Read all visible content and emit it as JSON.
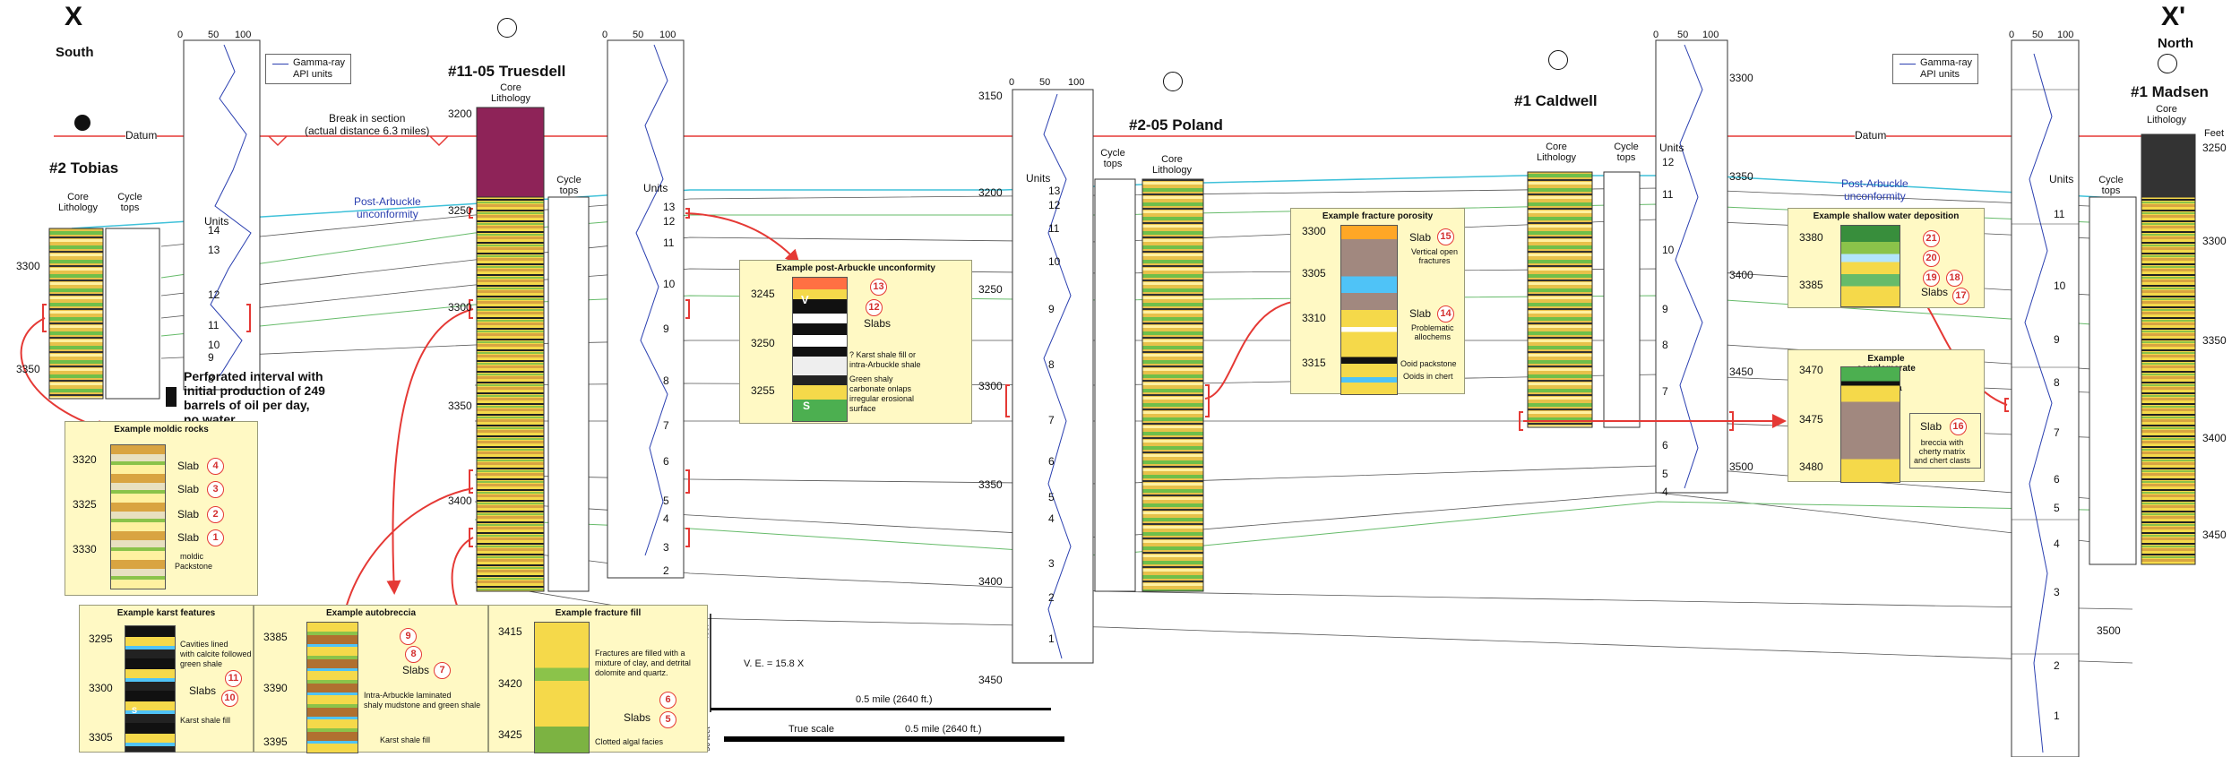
{
  "title": {
    "left_letter": "X",
    "left_dir": "South",
    "right_letter": "X'",
    "right_dir": "North"
  },
  "wells": [
    {
      "id": "tobias",
      "name": "#2 Tobias"
    },
    {
      "id": "truesdell",
      "name": "#11-05 Truesdell"
    },
    {
      "id": "poland",
      "name": "#2-05 Poland"
    },
    {
      "id": "caldwell",
      "name": "#1 Caldwell"
    },
    {
      "id": "madsen",
      "name": "#1 Madsen"
    }
  ],
  "labels": {
    "core_lithology": "Core Lithology",
    "cycle_tops": "Cycle tops",
    "units": "Units",
    "datum": "Datum",
    "feet": "Feet",
    "break": "Break in section",
    "break2": "(actual distance 6.3 miles)",
    "post_arbuckle": "Post-Arbuckle",
    "unconformity": "unconformity",
    "perf1": "Perforated interval with",
    "perf2": "initial production of 249",
    "perf3": "barrels of oil per day,",
    "perf4": "no water",
    "ve": "V. E. = 15.8 X",
    "half_mile": "0.5 mile (2640 ft.)",
    "true_scale": "True scale",
    "feet_label": "feet",
    "fifty_feet": "50 feet"
  },
  "legend": {
    "line1": "Gamma-ray",
    "line2": "API units"
  },
  "gr_scale": {
    "a": "0",
    "b": "50",
    "c": "100"
  },
  "depth_labels": {
    "tobias": [
      "3300",
      "3350"
    ],
    "truesdell": [
      "3200",
      "3250",
      "3300",
      "3350",
      "3400"
    ],
    "poland": [
      "3150",
      "3200",
      "3250",
      "3300",
      "3350",
      "3400",
      "3450"
    ],
    "caldwell": [
      "3300",
      "3350",
      "3400",
      "3450",
      "3500"
    ],
    "madsen": [
      "3250",
      "3300",
      "3350",
      "3400",
      "3450",
      "3500"
    ]
  },
  "units_labels": {
    "tobias": [
      "14",
      "13",
      "12",
      "11",
      "10",
      "9",
      "8"
    ],
    "truesdell": [
      "13",
      "12",
      "11",
      "10",
      "9",
      "8",
      "7",
      "6",
      "5",
      "4",
      "3",
      "2"
    ],
    "poland": [
      "13",
      "12",
      "11",
      "10",
      "9",
      "8",
      "7",
      "6",
      "5",
      "4",
      "3",
      "2",
      "1"
    ],
    "caldwell": [
      "12",
      "11",
      "10",
      "9",
      "8",
      "7",
      "6",
      "5",
      "4"
    ],
    "madsen": [
      "11",
      "10",
      "9",
      "8",
      "7",
      "6",
      "5",
      "4",
      "3",
      "2",
      "1"
    ]
  },
  "callouts": {
    "moldic": {
      "title": "Example moldic rocks",
      "depths": [
        "3320",
        "3325",
        "3330"
      ],
      "slab": "Slab",
      "nums": [
        "4",
        "3",
        "2",
        "1"
      ],
      "note1": "moldic",
      "note2": "Packstone"
    },
    "karst": {
      "title": "Example karst features",
      "depths": [
        "3295",
        "3300",
        "3305"
      ],
      "slabs": "Slabs",
      "nums": [
        "11",
        "10"
      ],
      "n1": "Cavities lined",
      "n2": "with calcite followed by",
      "n3": "green shale",
      "n4": "Karst shale fill",
      "s": "S"
    },
    "autob": {
      "title": "Example autobreccia",
      "depths": [
        "3385",
        "3390",
        "3395"
      ],
      "slabs": "Slabs",
      "nums": [
        "9",
        "8",
        "7"
      ],
      "n1": "Intra-Arbuckle laminated",
      "n2": "shaly mudstone and green shale",
      "n3": "Karst shale fill"
    },
    "fracfill": {
      "title": "Example fracture fill",
      "depths": [
        "3415",
        "3420",
        "3425"
      ],
      "slabs": "Slabs",
      "nums": [
        "6",
        "5"
      ],
      "n1": "Fractures are filled with a",
      "n2": "mixture of clay, and detrital",
      "n3": "dolomite and quartz.",
      "n4": "Clotted algal facies"
    },
    "postarb": {
      "title": "Example post-Arbuckle unconformity",
      "depths": [
        "3245",
        "3250",
        "3255"
      ],
      "slabs": "Slabs",
      "nums": [
        "13",
        "12"
      ],
      "v": "V",
      "s": "S",
      "n1": "? Karst shale fill or",
      "n2": "intra-Arbuckle shale",
      "n3": "Green shaly",
      "n4": "carbonate onlaps",
      "n5": "irregular erosional",
      "n6": "surface"
    },
    "fracpor": {
      "title": "Example fracture porosity",
      "depths": [
        "3300",
        "3305",
        "3310",
        "3315"
      ],
      "slab": "Slab",
      "nums": [
        "15",
        "14"
      ],
      "n1": "Vertical open",
      "n2": "fractures",
      "n3": "Problematic",
      "n4": "allochems",
      "n5": "Ooid packstone",
      "n6": "Ooids in chert"
    },
    "shallow": {
      "title": "Example shallow water deposition",
      "depths": [
        "3380",
        "3385"
      ],
      "slabs": "Slabs",
      "nums": [
        "21",
        "20",
        "19",
        "18",
        "17"
      ]
    },
    "conglo": {
      "title1": "Example",
      "title2": "conglomerate",
      "title3": "and",
      "title4": "breccia",
      "depths": [
        "3470",
        "3475",
        "3480"
      ],
      "slab": "Slab",
      "nums": [
        "16"
      ],
      "n1": "breccia  with",
      "n2": "cherty matrix",
      "n3": "and chert clasts"
    }
  },
  "colors": {
    "datum": "#e53935",
    "unconformity": "#3fc1d9",
    "green_line": "#66bb6a",
    "gr": "#2a3fb0",
    "arrow": "#e53935",
    "callout": "#fff9c4"
  }
}
